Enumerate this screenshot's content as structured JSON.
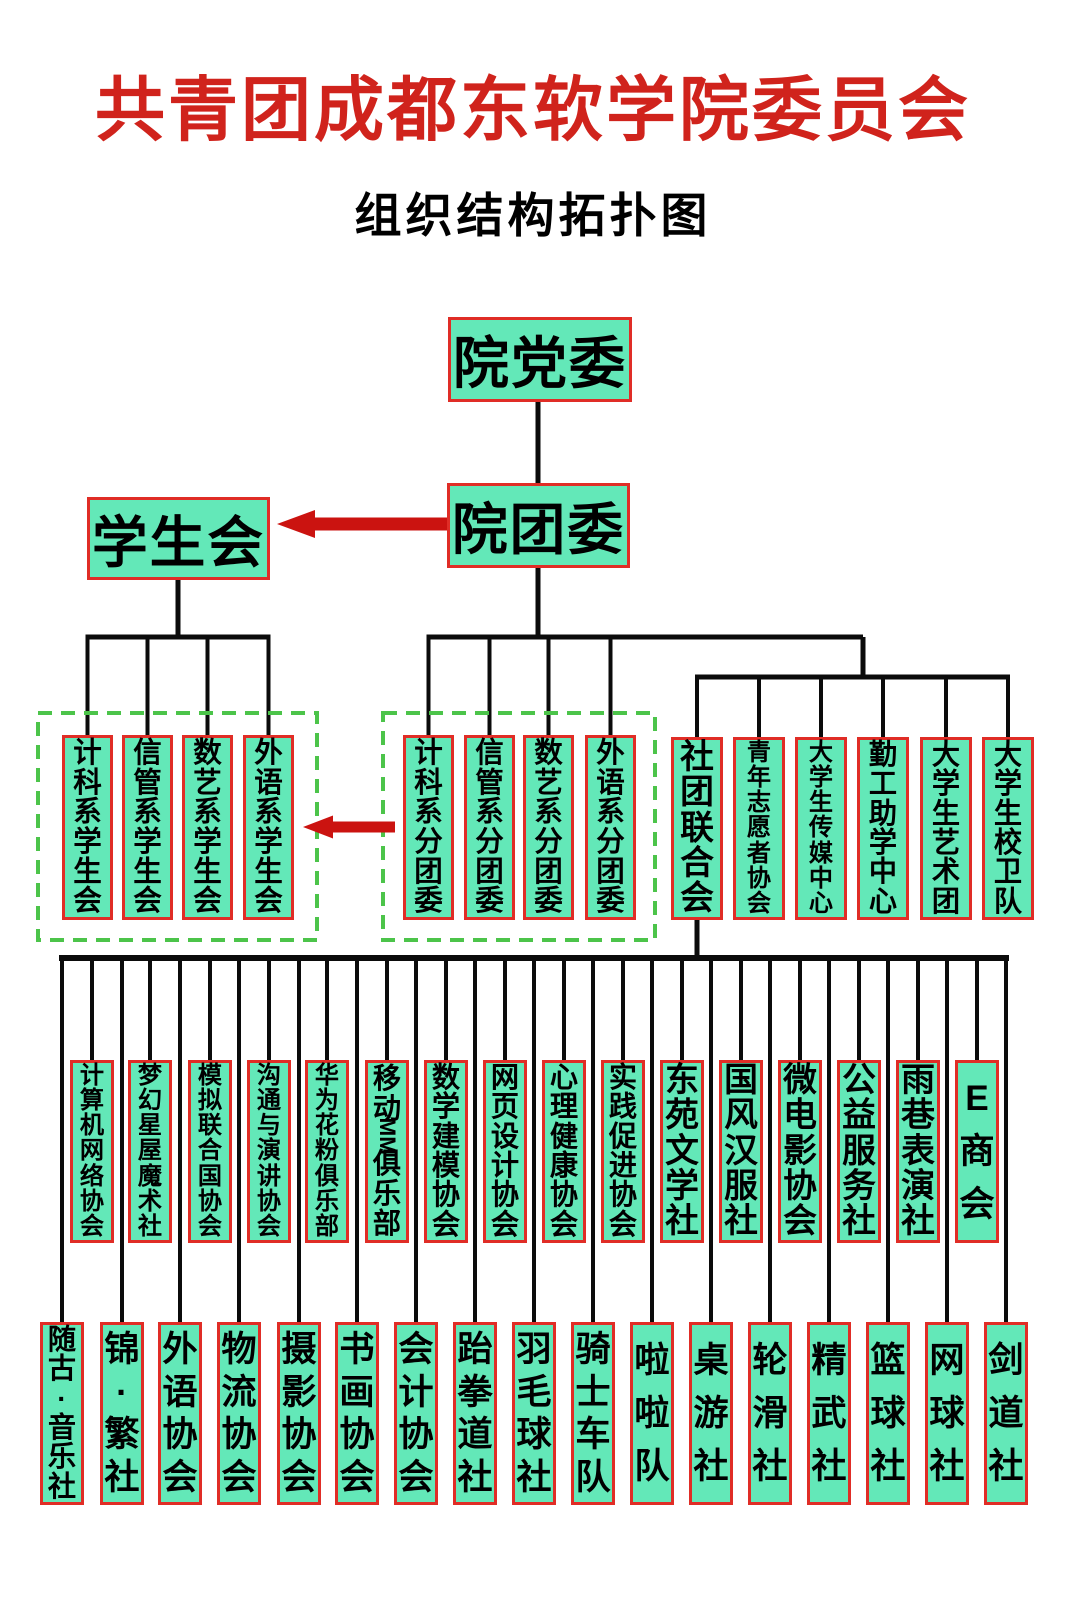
{
  "title": "共青团成都东软学院委员会",
  "subtitle": "组织结构拓扑图",
  "colors": {
    "title": "#d0231c",
    "node_fill": "#63e8b8",
    "node_border": "#e02d26",
    "group_outline": "#4cc44a",
    "arrow": "#cb1310",
    "connector": "#0b0b0b"
  },
  "nodes": {
    "party_committee": "院党委",
    "league_committee": "院团委",
    "student_union": "学生会"
  },
  "student_union_branches": [
    "计科系学生会",
    "信管系学生会",
    "数艺系学生会",
    "外语系学生会"
  ],
  "league_branch_committees": [
    "计科系分团委",
    "信管系分团委",
    "数艺系分团委",
    "外语系分团委"
  ],
  "league_departments": [
    "社团联合会",
    "青年志愿者协会",
    "大学生传媒中心",
    "勤工助学中心",
    "大学生艺术团",
    "大学生校卫队"
  ],
  "clubs_row1": [
    "计算机网络协会",
    "梦幻星屋魔术社",
    "模拟联合国协会",
    "沟通与演讲协会",
    "华为花粉俱乐部",
    "移动MM俱乐部",
    "数学建模协会",
    "网页设计协会",
    "心理健康协会",
    "实践促进协会",
    "东苑文学社",
    "国风汉服社",
    "微电影协会",
    "公益服务社",
    "雨巷表演社",
    "E商会"
  ],
  "clubs_row2": [
    "随古·音乐社",
    "锦·繁社",
    "外语协会",
    "物流协会",
    "摄影协会",
    "书画协会",
    "会计协会",
    "跆拳道社",
    "羽毛球社",
    "骑士车队",
    "啦啦队",
    "桌游社",
    "轮滑社",
    "精武社",
    "篮球社",
    "网球社",
    "剑道社"
  ]
}
